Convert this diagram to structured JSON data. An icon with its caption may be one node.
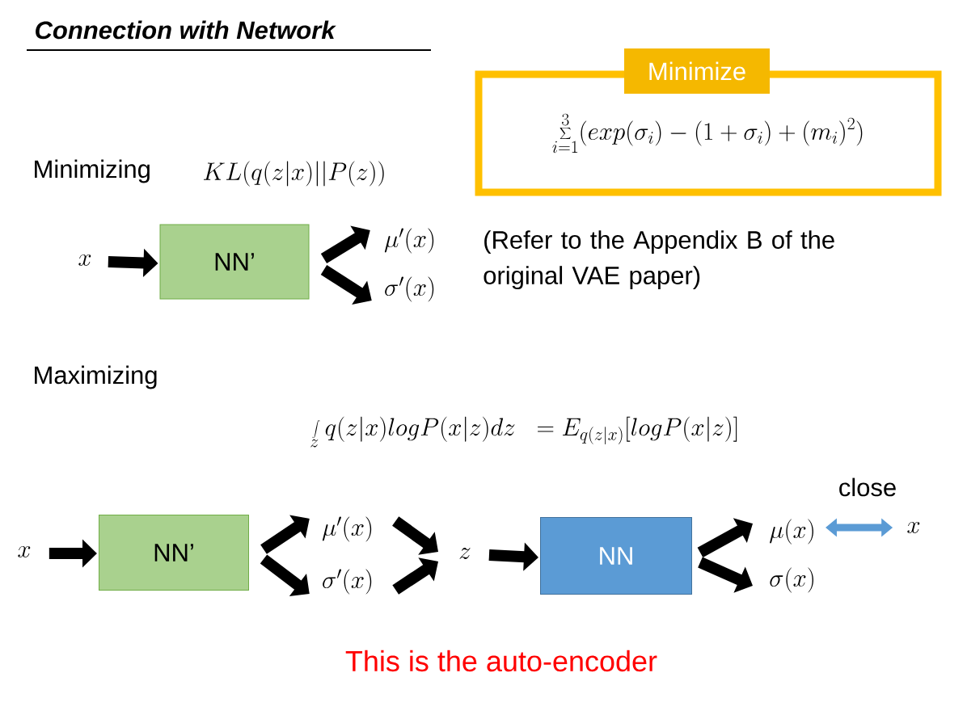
{
  "diagram": {
    "title": "Connection with Network",
    "nodes": [
      {
        "text": [
          "x"
        ]
      },
      {
        "text": [
          "NN’"
        ]
      },
      {
        "text": [
          "\\mu'(x)"
        ]
      },
      {
        "text": [
          "\\sigma'(x)"
        ]
      },
      {
        "text": [
          "x"
        ]
      },
      {
        "text": [
          "NN’"
        ]
      },
      {
        "text": [
          "\\mu'(x)"
        ]
      },
      {
        "text": [
          "\\sigma'(x)"
        ]
      },
      {
        "text": [
          "z"
        ]
      },
      {
        "text": [
          "NN"
        ]
      },
      {
        "text": [
          "\\mu(x)"
        ]
      },
      {
        "text": [
          "\\sigma(x)"
        ]
      },
      {
        "text": [
          "x"
        ]
      },
      {
        "text": [
          "Minimize",
          "\\sum_{i=1}^{3}(exp(\\sigma_i)-(1+\\sigma_i)+(m_i)^2)"
        ]
      }
    ],
    "edges": [
      {
        "from": 0,
        "to": 1,
        "arrow": "to"
      },
      {
        "from": 1,
        "to": 2,
        "arrow": "to"
      },
      {
        "from": 1,
        "to": 3,
        "arrow": "to"
      },
      {
        "from": 4,
        "to": 5,
        "arrow": "to"
      },
      {
        "from": 5,
        "to": 6,
        "arrow": "to"
      },
      {
        "from": 5,
        "to": 7,
        "arrow": "to"
      },
      {
        "from": 6,
        "to": 8,
        "arrow": "to"
      },
      {
        "from": 7,
        "to": 8,
        "arrow": "to"
      },
      {
        "from": 8,
        "to": 9,
        "arrow": "to"
      },
      {
        "from": 9,
        "to": 10,
        "arrow": "to"
      },
      {
        "from": 9,
        "to": 11,
        "arrow": "to"
      },
      {
        "from": 10,
        "to": 12,
        "arrow": "both",
        "label": "close",
        "color": "#5b9bd5"
      }
    ],
    "labels": [
      "Minimizing",
      "KL\\big(q(z|x)||P(z)\\big)",
      "(Refer to the Appendix B of the original VAE paper)",
      "Maximizing",
      "\\int\\limits_z q(z|x)logP(x|z)dz\\ \\ = E_{q(z|x)}[logP(x|z)]",
      "This is the auto-encoder"
    ]
  }
}
